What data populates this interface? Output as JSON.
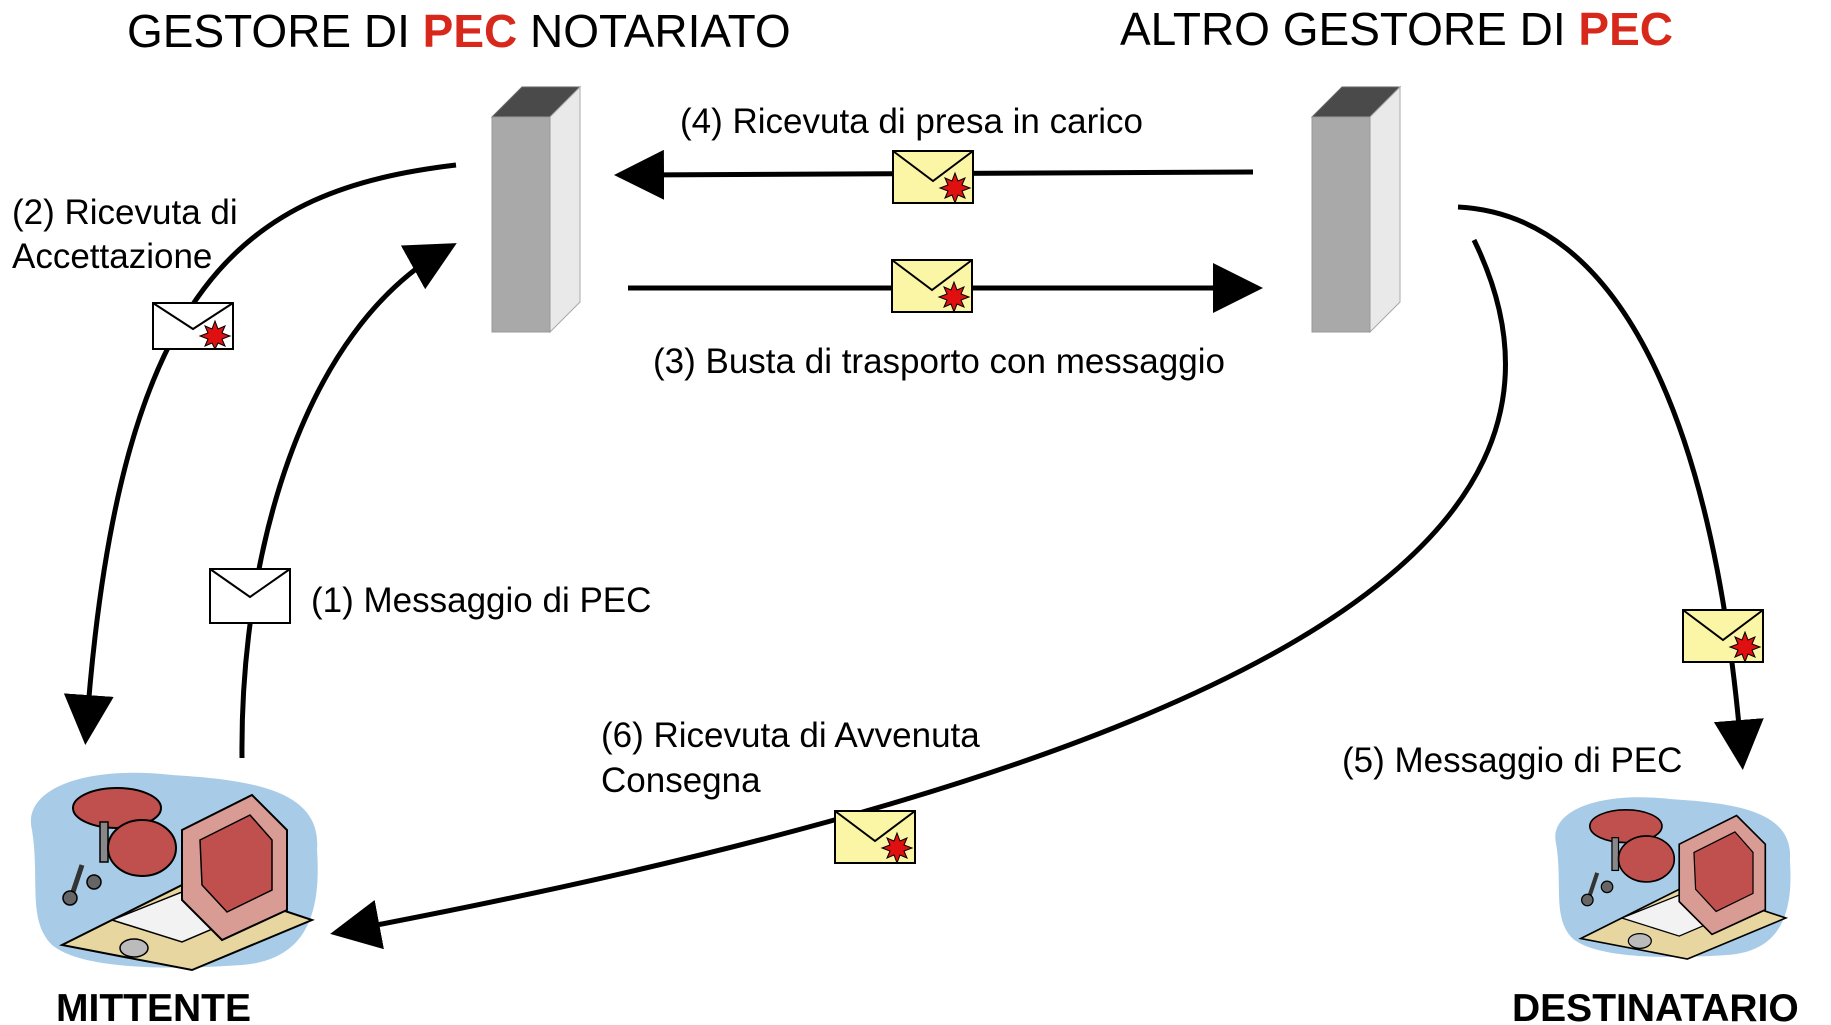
{
  "titles": {
    "left": {
      "prefix": "GESTORE DI ",
      "highlight": "PEC",
      "suffix": " NOTARIATO"
    },
    "right": {
      "prefix": "ALTRO GESTORE DI ",
      "highlight": "PEC"
    }
  },
  "steps": {
    "s1": "(1) Messaggio di PEC",
    "s2_line1": "(2) Ricevuta di",
    "s2_line2": "Accettazione",
    "s3": "(3) Busta di trasporto con messaggio",
    "s4": "(4) Ricevuta di presa in carico",
    "s5": "(5) Messaggio di PEC",
    "s6_line1": "(6) Ricevuta di Avvenuta",
    "s6_line2": "Consegna"
  },
  "actors": {
    "sender": "MITTENTE",
    "recipient": "DESTINATARIO"
  },
  "colors": {
    "accent": "#d8281b",
    "envelope_fill": "#fbf5a6",
    "server_front": "#a9a9a9",
    "server_top": "#4a4a4a",
    "seal": "#e01010"
  },
  "icons": {
    "server": "server-icon",
    "envelope": "envelope-icon",
    "certified_envelope": "certified-envelope-icon",
    "workstation": "workstation-icon"
  }
}
